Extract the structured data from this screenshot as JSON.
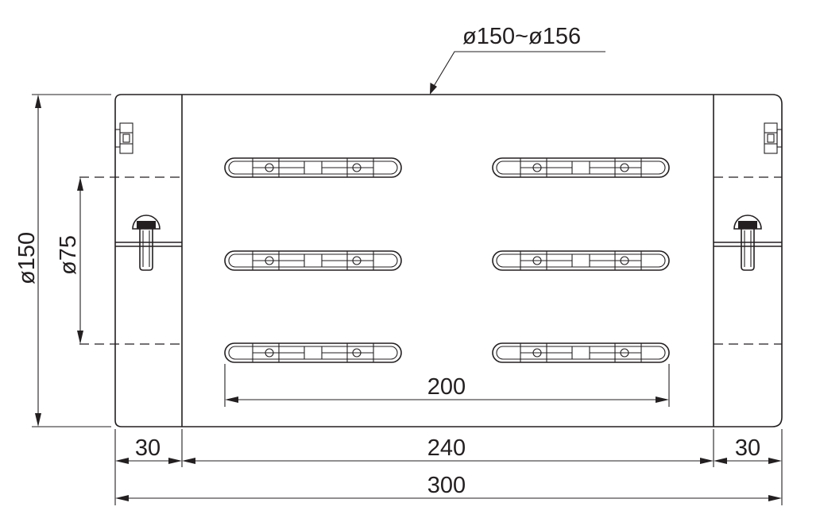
{
  "drawing": {
    "callout_label": "ø150~ø156",
    "outer_diameter_label": "ø150",
    "bore_span_label": "ø75",
    "slot_span_label": "200",
    "left_end_label": "30",
    "middle_label": "240",
    "right_end_label": "30",
    "total_length_label": "300"
  }
}
